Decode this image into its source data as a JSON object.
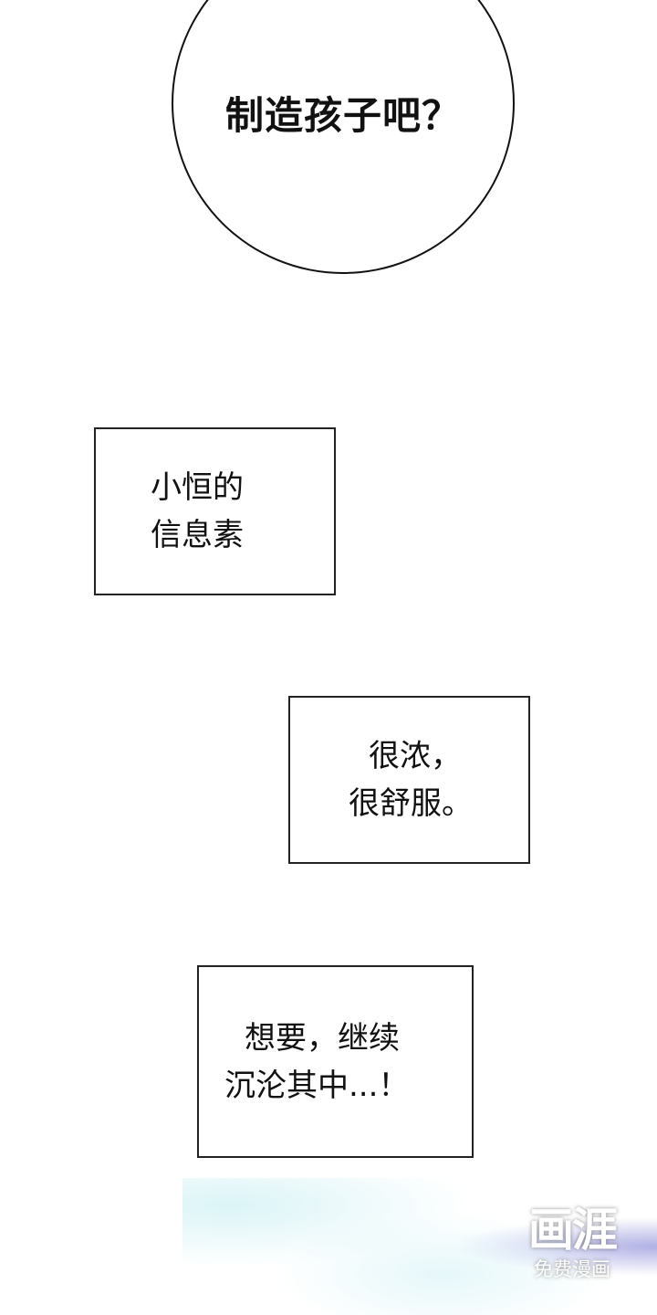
{
  "speech_bubble": {
    "text": "制造孩子吧？"
  },
  "caption_1": {
    "lines": [
      "小恒的",
      "信息素"
    ]
  },
  "caption_2": {
    "lines": [
      "很浓，",
      "很舒服。"
    ]
  },
  "caption_3": {
    "lines": [
      "想要，继续",
      "沉沦其中...！"
    ]
  },
  "watermark": {
    "logo": "画涯",
    "subtitle": "免费漫画"
  }
}
